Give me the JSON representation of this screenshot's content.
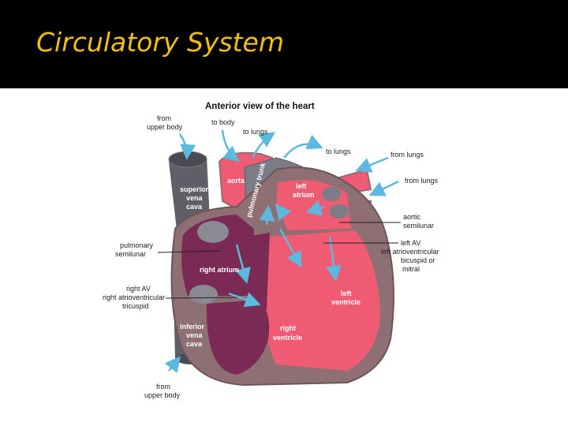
{
  "slide": {
    "title": "Circulatory System"
  },
  "diagram": {
    "heading": "Anterior view of the heart",
    "labels": {
      "from_upper_body_top_1": "from",
      "from_upper_body_top_2": "upper body",
      "to_body": "to body",
      "to_lungs_1": "to lungs",
      "to_lungs_2": "to lungs",
      "from_lungs_1": "from lungs",
      "from_lungs_2": "from lungs",
      "aorta": "aorta",
      "pulmonary_trunk": "pulmonary trunk",
      "superior_1": "superior",
      "superior_2": "vena",
      "superior_3": "cava",
      "left_atrium_1": "left",
      "left_atrium_2": "atrium",
      "aortic_1": "aortic",
      "aortic_2": "semilunar",
      "pulmonary_sl_1": "pulmonary",
      "pulmonary_sl_2": "semilunar",
      "left_av_1": "left AV",
      "left_av_2": "left atrioventricular",
      "left_av_3": "bicuspid or",
      "left_av_4": "mitral",
      "right_atrium": "right atrium",
      "right_av_1": "right AV",
      "right_av_2": "right atrioventricular",
      "right_av_3": "tricuspid",
      "left_ventricle_1": "left",
      "left_ventricle_2": "ventricle",
      "inferior_1": "inferior",
      "inferior_2": "vena",
      "inferior_3": "cava",
      "right_ventricle_1": "right",
      "right_ventricle_2": "ventricle",
      "from_lower_body_1": "from",
      "from_lower_body_2": "upper body"
    },
    "colors": {
      "oxygenated": "#ef5b72",
      "deoxygenated": "#7a2a55",
      "vessel": "#5f5f67",
      "wall": "#8e6f73",
      "arrow": "#5bb8df"
    }
  }
}
